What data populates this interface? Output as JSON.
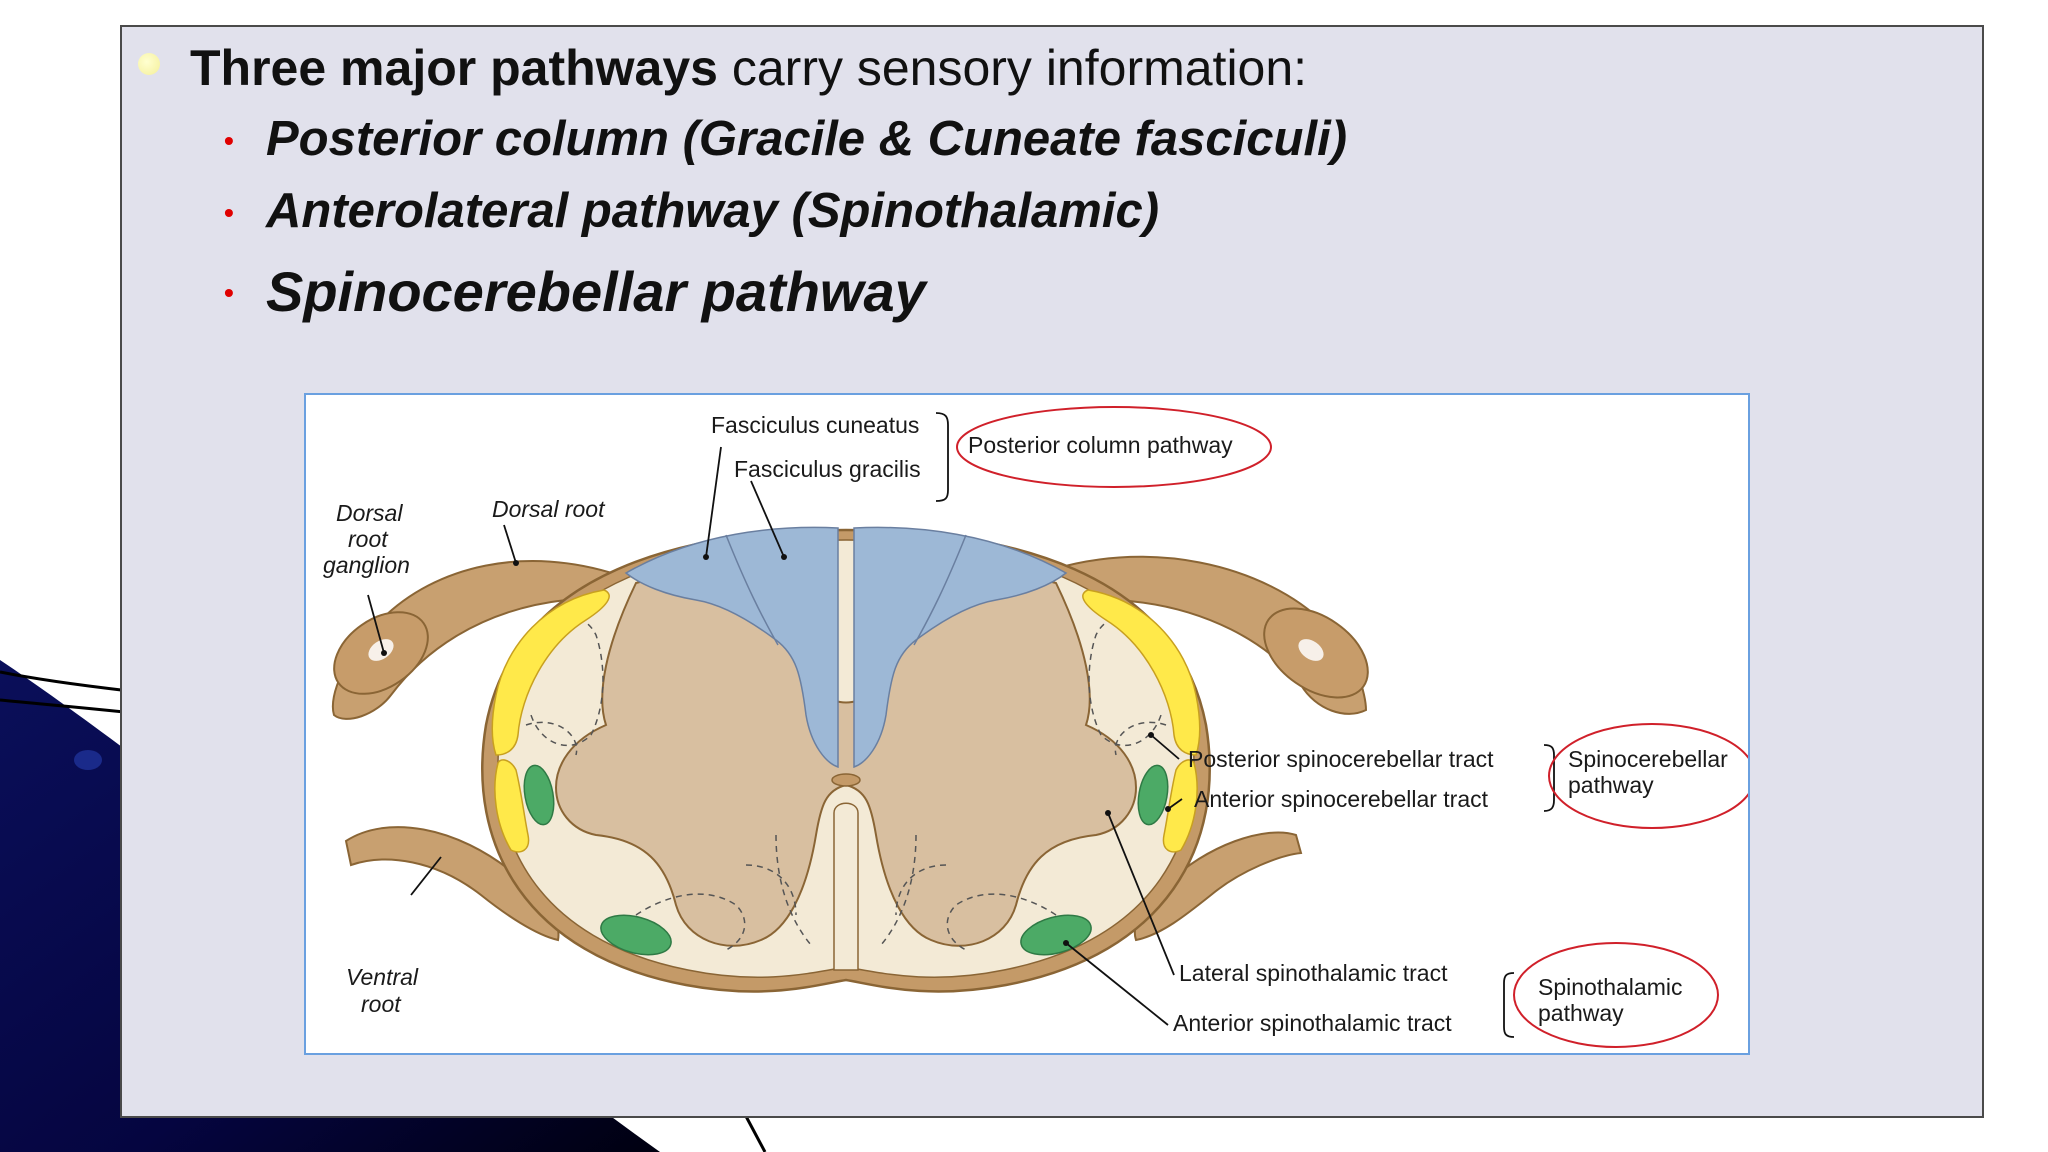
{
  "slide": {
    "main_bullet_bold": "Three major pathways",
    "main_bullet_rest": " carry sensory information:",
    "sub_bullets": [
      "Posterior column (Gracile & Cuneate fasciculi)",
      "Anterolateral pathway (Spinothalamic)",
      "Spinocerebellar pathway"
    ]
  },
  "figure": {
    "labels": {
      "fasciculus_cuneatus": "Fasciculus cuneatus",
      "fasciculus_gracilis": "Fasciculus gracilis",
      "posterior_column_pathway": "Posterior column pathway",
      "dorsal_root_ganglion_1": "Dorsal",
      "dorsal_root_ganglion_2": "root",
      "dorsal_root_ganglion_3": "ganglion",
      "dorsal_root": "Dorsal root",
      "posterior_spinocerebellar_tract": "Posterior spinocerebellar tract",
      "anterior_spinocerebellar_tract": "Anterior spinocerebellar tract",
      "spinocerebellar_pathway_1": "Spinocerebellar",
      "spinocerebellar_pathway_2": "pathway",
      "ventral_root_1": "Ventral",
      "ventral_root_2": "root",
      "lateral_spinothalamic_tract": "Lateral spinothalamic tract",
      "anterior_spinothalamic_tract": "Anterior spinothalamic tract",
      "spinothalamic_pathway_1": "Spinothalamic",
      "spinothalamic_pathway_2": "pathway"
    }
  },
  "colors": {
    "panel_bg": "#e1e1ec",
    "bullet_red": "#e00000",
    "highlight_circle": "#d0202a",
    "gray_matter": "#d8bfa0",
    "white_matter": "#f3ead6",
    "posterior_column": "#9db8d6",
    "spinocerebellar": "#ffe94a",
    "spinothalamic": "#4caa66"
  }
}
